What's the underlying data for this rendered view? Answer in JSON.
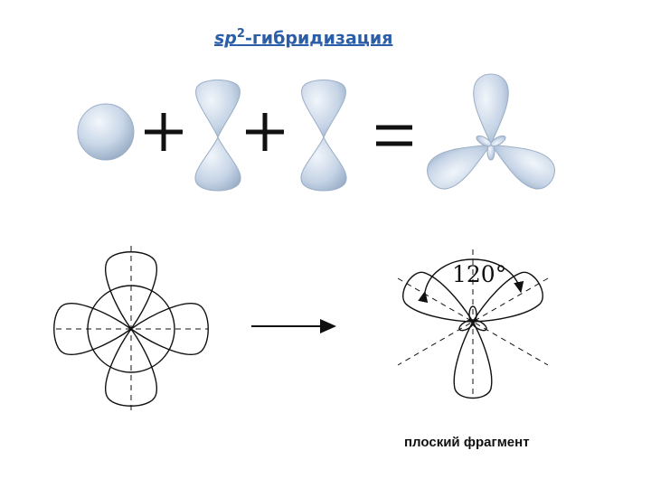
{
  "title": {
    "prefix": "sp",
    "superscript": "2",
    "suffix": "-гибридизация"
  },
  "operators": {
    "plus": "+",
    "equals": "="
  },
  "angle_label": "120°",
  "caption": "плоский фрагмент",
  "colors": {
    "title": "#2a5ea8",
    "orbital_light": "#eef3fa",
    "orbital_mid": "#c3d2e4",
    "orbital_dark": "#93a8c2",
    "line": "#111111"
  }
}
